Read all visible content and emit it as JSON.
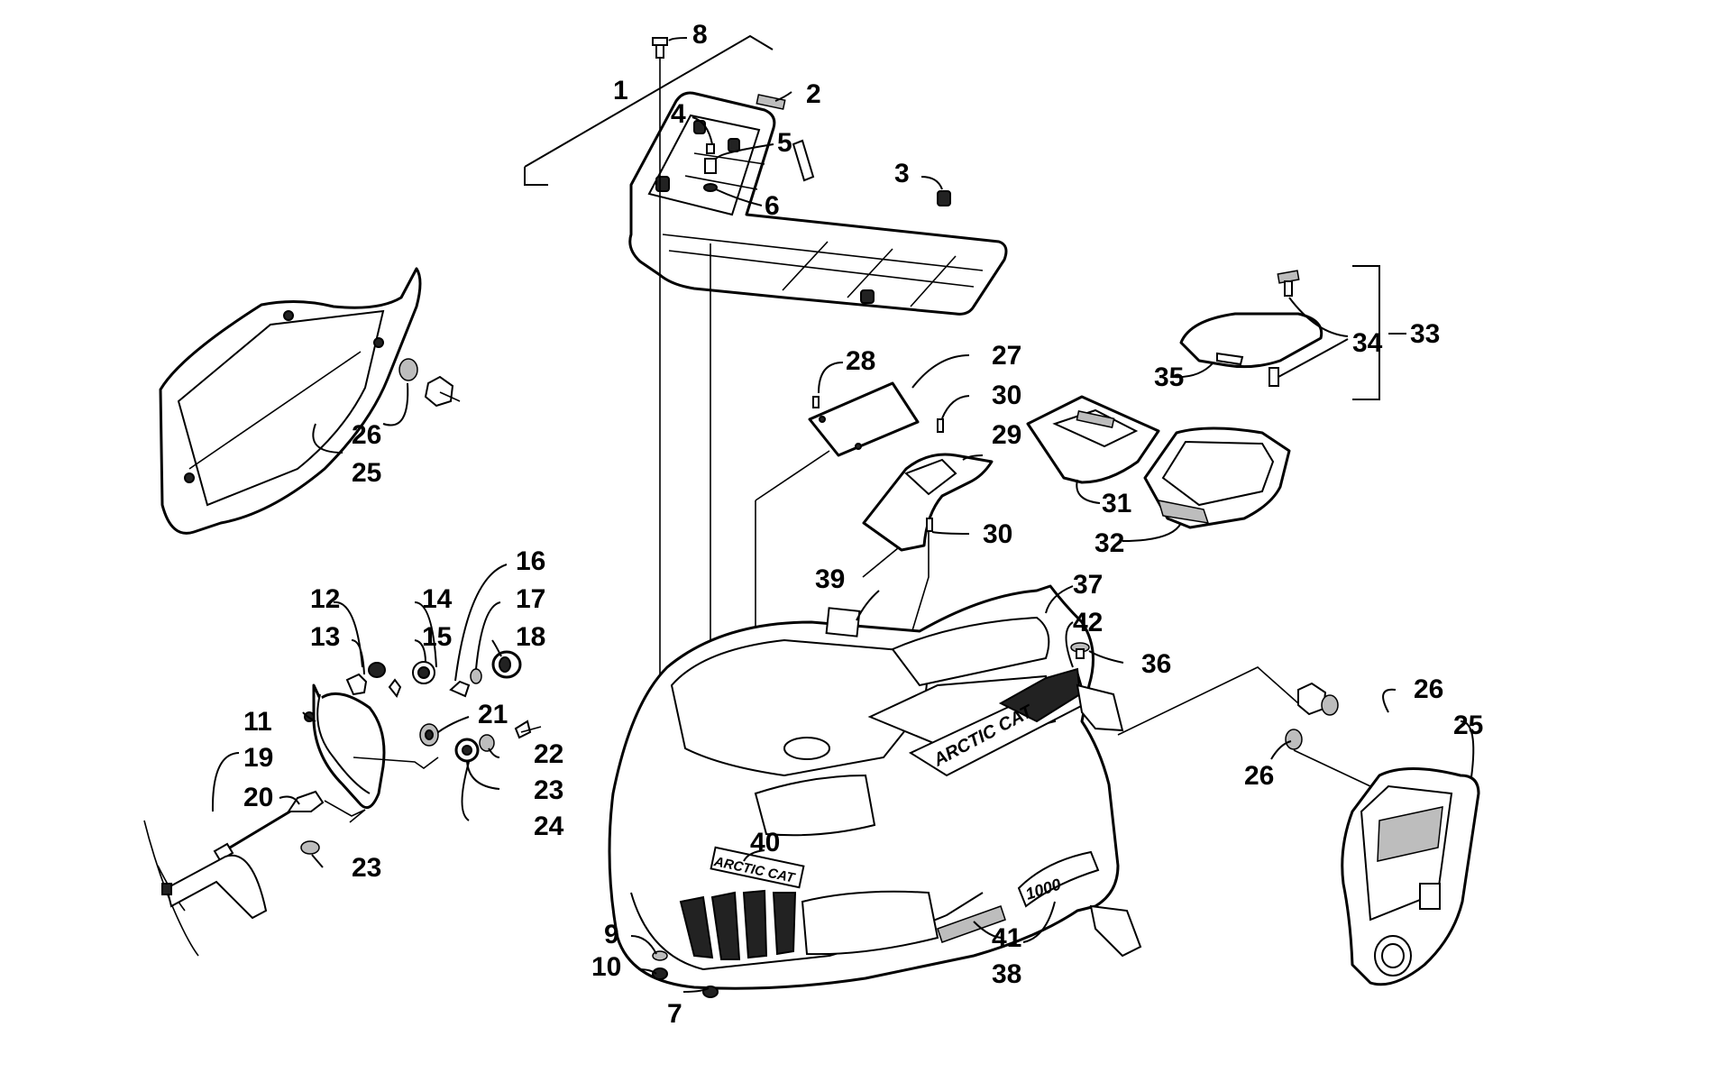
{
  "diagram": {
    "decals": {
      "side_logo": "ARCTIC CAT",
      "front_logo": "ARCTIC CAT",
      "model_badge": "1000"
    },
    "labels": [
      {
        "id": "l1",
        "text": "1"
      },
      {
        "id": "l2",
        "text": "2"
      },
      {
        "id": "l3",
        "text": "3"
      },
      {
        "id": "l4",
        "text": "4"
      },
      {
        "id": "l5",
        "text": "5"
      },
      {
        "id": "l6",
        "text": "6"
      },
      {
        "id": "l7",
        "text": "7"
      },
      {
        "id": "l8",
        "text": "8"
      },
      {
        "id": "l9",
        "text": "9"
      },
      {
        "id": "l10",
        "text": "10"
      },
      {
        "id": "l11",
        "text": "11"
      },
      {
        "id": "l12",
        "text": "12"
      },
      {
        "id": "l13",
        "text": "13"
      },
      {
        "id": "l14",
        "text": "14"
      },
      {
        "id": "l15",
        "text": "15"
      },
      {
        "id": "l16",
        "text": "16"
      },
      {
        "id": "l17",
        "text": "17"
      },
      {
        "id": "l18",
        "text": "18"
      },
      {
        "id": "l19",
        "text": "19"
      },
      {
        "id": "l20",
        "text": "20"
      },
      {
        "id": "l21",
        "text": "21"
      },
      {
        "id": "l22",
        "text": "22"
      },
      {
        "id": "l23a",
        "text": "23"
      },
      {
        "id": "l23b",
        "text": "23"
      },
      {
        "id": "l24",
        "text": "24"
      },
      {
        "id": "l25a",
        "text": "25"
      },
      {
        "id": "l25b",
        "text": "25"
      },
      {
        "id": "l26a",
        "text": "26"
      },
      {
        "id": "l26b",
        "text": "26"
      },
      {
        "id": "l26c",
        "text": "26"
      },
      {
        "id": "l27",
        "text": "27"
      },
      {
        "id": "l28",
        "text": "28"
      },
      {
        "id": "l29",
        "text": "29"
      },
      {
        "id": "l30a",
        "text": "30"
      },
      {
        "id": "l30b",
        "text": "30"
      },
      {
        "id": "l31",
        "text": "31"
      },
      {
        "id": "l32",
        "text": "32"
      },
      {
        "id": "l33",
        "text": "33"
      },
      {
        "id": "l34",
        "text": "34"
      },
      {
        "id": "l35",
        "text": "35"
      },
      {
        "id": "l36",
        "text": "36"
      },
      {
        "id": "l37",
        "text": "37"
      },
      {
        "id": "l38",
        "text": "38"
      },
      {
        "id": "l39",
        "text": "39"
      },
      {
        "id": "l40",
        "text": "40"
      },
      {
        "id": "l41",
        "text": "41"
      },
      {
        "id": "l42",
        "text": "42"
      }
    ]
  }
}
